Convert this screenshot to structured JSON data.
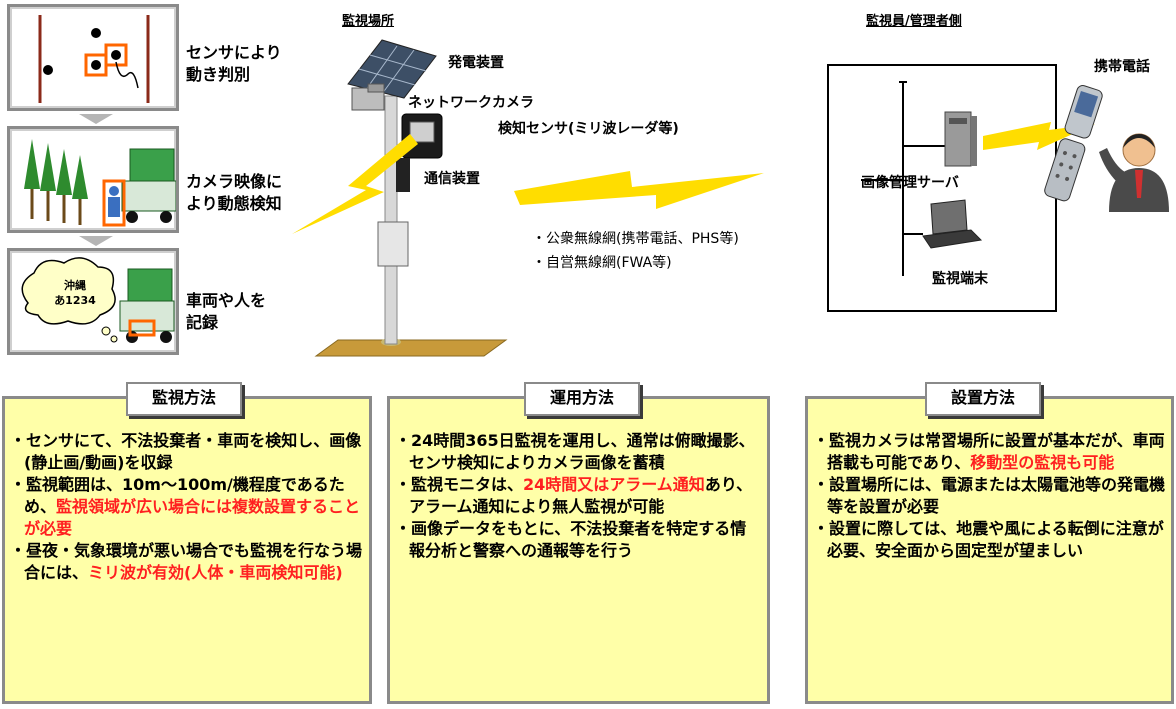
{
  "panels": [
    {
      "caption_line1": "センサにより",
      "caption_line2": "動き判別"
    },
    {
      "caption_line1": "カメラ映像に",
      "caption_line2": "より動態検知"
    },
    {
      "caption_line1": "車両や人を",
      "caption_line2": "記録"
    }
  ],
  "plate": {
    "line1": "沖縄",
    "line2": "あ1234"
  },
  "site": {
    "heading": "監視場所",
    "generator": "発電装置",
    "network_camera": "ネットワークカメラ",
    "sensor": "検知センサ(ミリ波レーダ等)",
    "comm": "通信装置"
  },
  "networks": {
    "public": "・公衆無線網(携帯電話、PHS等)",
    "private": "・自営無線網(FWA等)"
  },
  "monitor_side": {
    "heading": "監視員/管理者側",
    "phone": "携帯電話",
    "server": "画像管理サーバ",
    "terminal": "監視端末"
  },
  "boxes": [
    {
      "title": "監視方法",
      "items": [
        [
          {
            "t": "・センサにて、不法投棄者・車両を検知し、画像(静止画/動画)を収録",
            "red": false
          }
        ],
        [
          {
            "t": "・監視範囲は、10m～100m/機程度であるため、",
            "red": false
          },
          {
            "t": "監視領域が広い場合には複数設置することが必要",
            "red": true
          }
        ],
        [
          {
            "t": "・昼夜・気象環境が悪い場合でも監視を行なう場合には、",
            "red": false
          },
          {
            "t": "ミリ波が有効(人体・車両検知可能)",
            "red": true
          }
        ]
      ]
    },
    {
      "title": "運用方法",
      "items": [
        [
          {
            "t": "・24時間365日監視を運用し、通常は俯瞰撮影、センサ検知によりカメラ画像を蓄積",
            "red": false
          }
        ],
        [
          {
            "t": "・監視モニタは、",
            "red": false
          },
          {
            "t": "24時間又はアラーム通知",
            "red": true
          },
          {
            "t": "あり、アラーム通知により無人監視が可能",
            "red": false
          }
        ],
        [
          {
            "t": "・画像データをもとに、不法投棄者を特定する情報分析と警察への通報等を行う",
            "red": false
          }
        ]
      ]
    },
    {
      "title": "設置方法",
      "items": [
        [
          {
            "t": "・監視カメラは常習場所に設置が基本だが、車両搭載も可能であり、",
            "red": false
          },
          {
            "t": "移動型の監視も可能",
            "red": true
          }
        ],
        [
          {
            "t": "・設置場所には、電源または太陽電池等の発電機等を設置が必要",
            "red": false
          }
        ],
        [
          {
            "t": "・設置に際しては、地震や風による転倒に注意が必要、安全面から固定型が望ましい",
            "red": false
          }
        ]
      ]
    }
  ],
  "colors": {
    "box_fill": "#ffffa8",
    "highlight": "#ff2020",
    "lightning": "#ffdd00",
    "accent_orange": "#ff6600"
  }
}
